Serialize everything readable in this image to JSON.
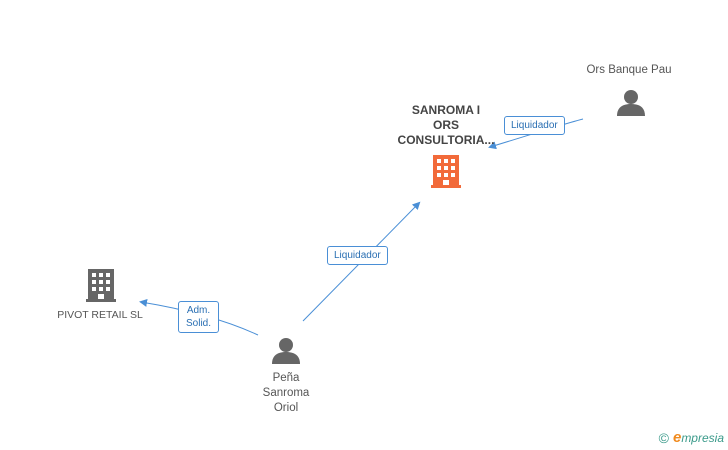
{
  "nodes": {
    "company_main": {
      "label_lines": [
        "SANROMA I",
        "ORS",
        "CONSULTORIA..."
      ],
      "color": "#f26a3a"
    },
    "company_pivot": {
      "label": "PIVOT RETAIL SL",
      "color": "#666666"
    },
    "person_ors": {
      "label": "Ors Banque Pau",
      "color": "#666666"
    },
    "person_pena": {
      "label_lines": [
        "Peña",
        "Sanroma",
        "Oriol"
      ],
      "color": "#666666"
    }
  },
  "edges": {
    "ors_to_main": {
      "label": "Liquidador"
    },
    "pena_to_main": {
      "label": "Liquidador"
    },
    "pena_to_pivot": {
      "label_lines": [
        "Adm.",
        "Solid."
      ]
    }
  },
  "colors": {
    "edge": "#4a8fd6"
  },
  "footer": {
    "copyright": "©",
    "brand_initial": "e",
    "brand_rest": "mpresia"
  }
}
